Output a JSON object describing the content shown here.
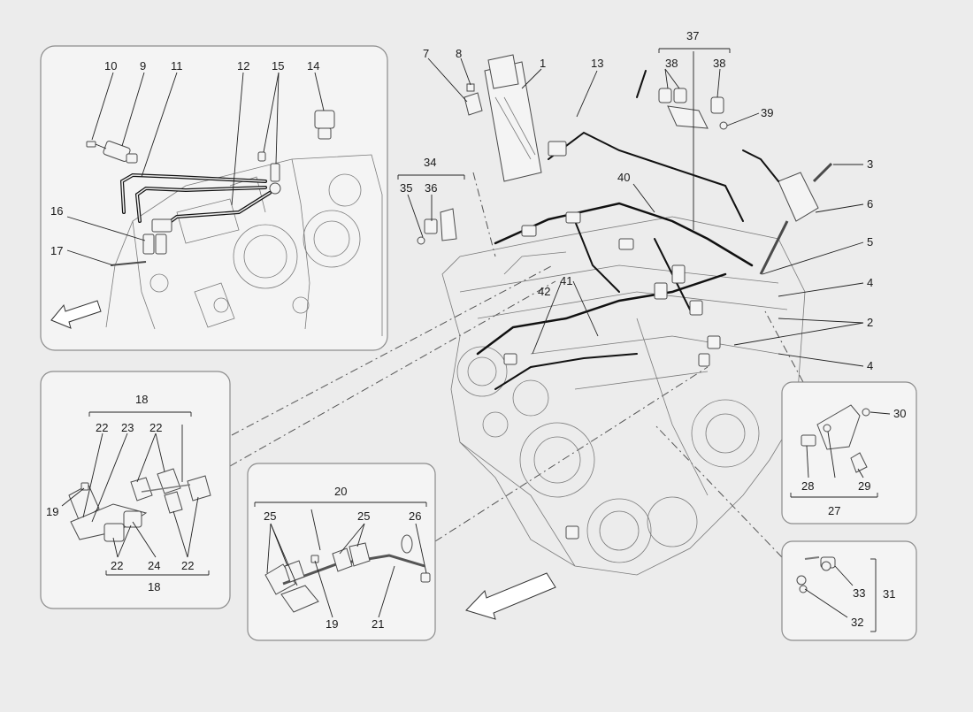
{
  "colors": {
    "background": "#ececec",
    "panel": "#f4f4f4",
    "border": "#8c8c8c",
    "ink": "#1a1a1a"
  },
  "callouts": {
    "inset_top_left": [
      "10",
      "9",
      "11",
      "12",
      "15",
      "14",
      "16",
      "17"
    ],
    "main_top": [
      "7",
      "8",
      "1",
      "13",
      "37",
      "38",
      "38",
      "39",
      "3",
      "34",
      "35",
      "36",
      "40",
      "6",
      "5",
      "4",
      "42",
      "41",
      "2",
      "4"
    ],
    "inset_bracket_18": [
      "18",
      "22",
      "23",
      "22",
      "19",
      "22",
      "24",
      "22",
      "18"
    ],
    "inset_bracket_20": [
      "20",
      "25",
      "25",
      "26",
      "19",
      "21"
    ],
    "inset_right_27": [
      "30",
      "28",
      "29",
      "27"
    ],
    "inset_right_31": [
      "33",
      "31",
      "32"
    ]
  },
  "icons": {
    "front_direction_arrows": [
      "arrow-left-down-icon",
      "arrow-left-down-icon"
    ]
  }
}
